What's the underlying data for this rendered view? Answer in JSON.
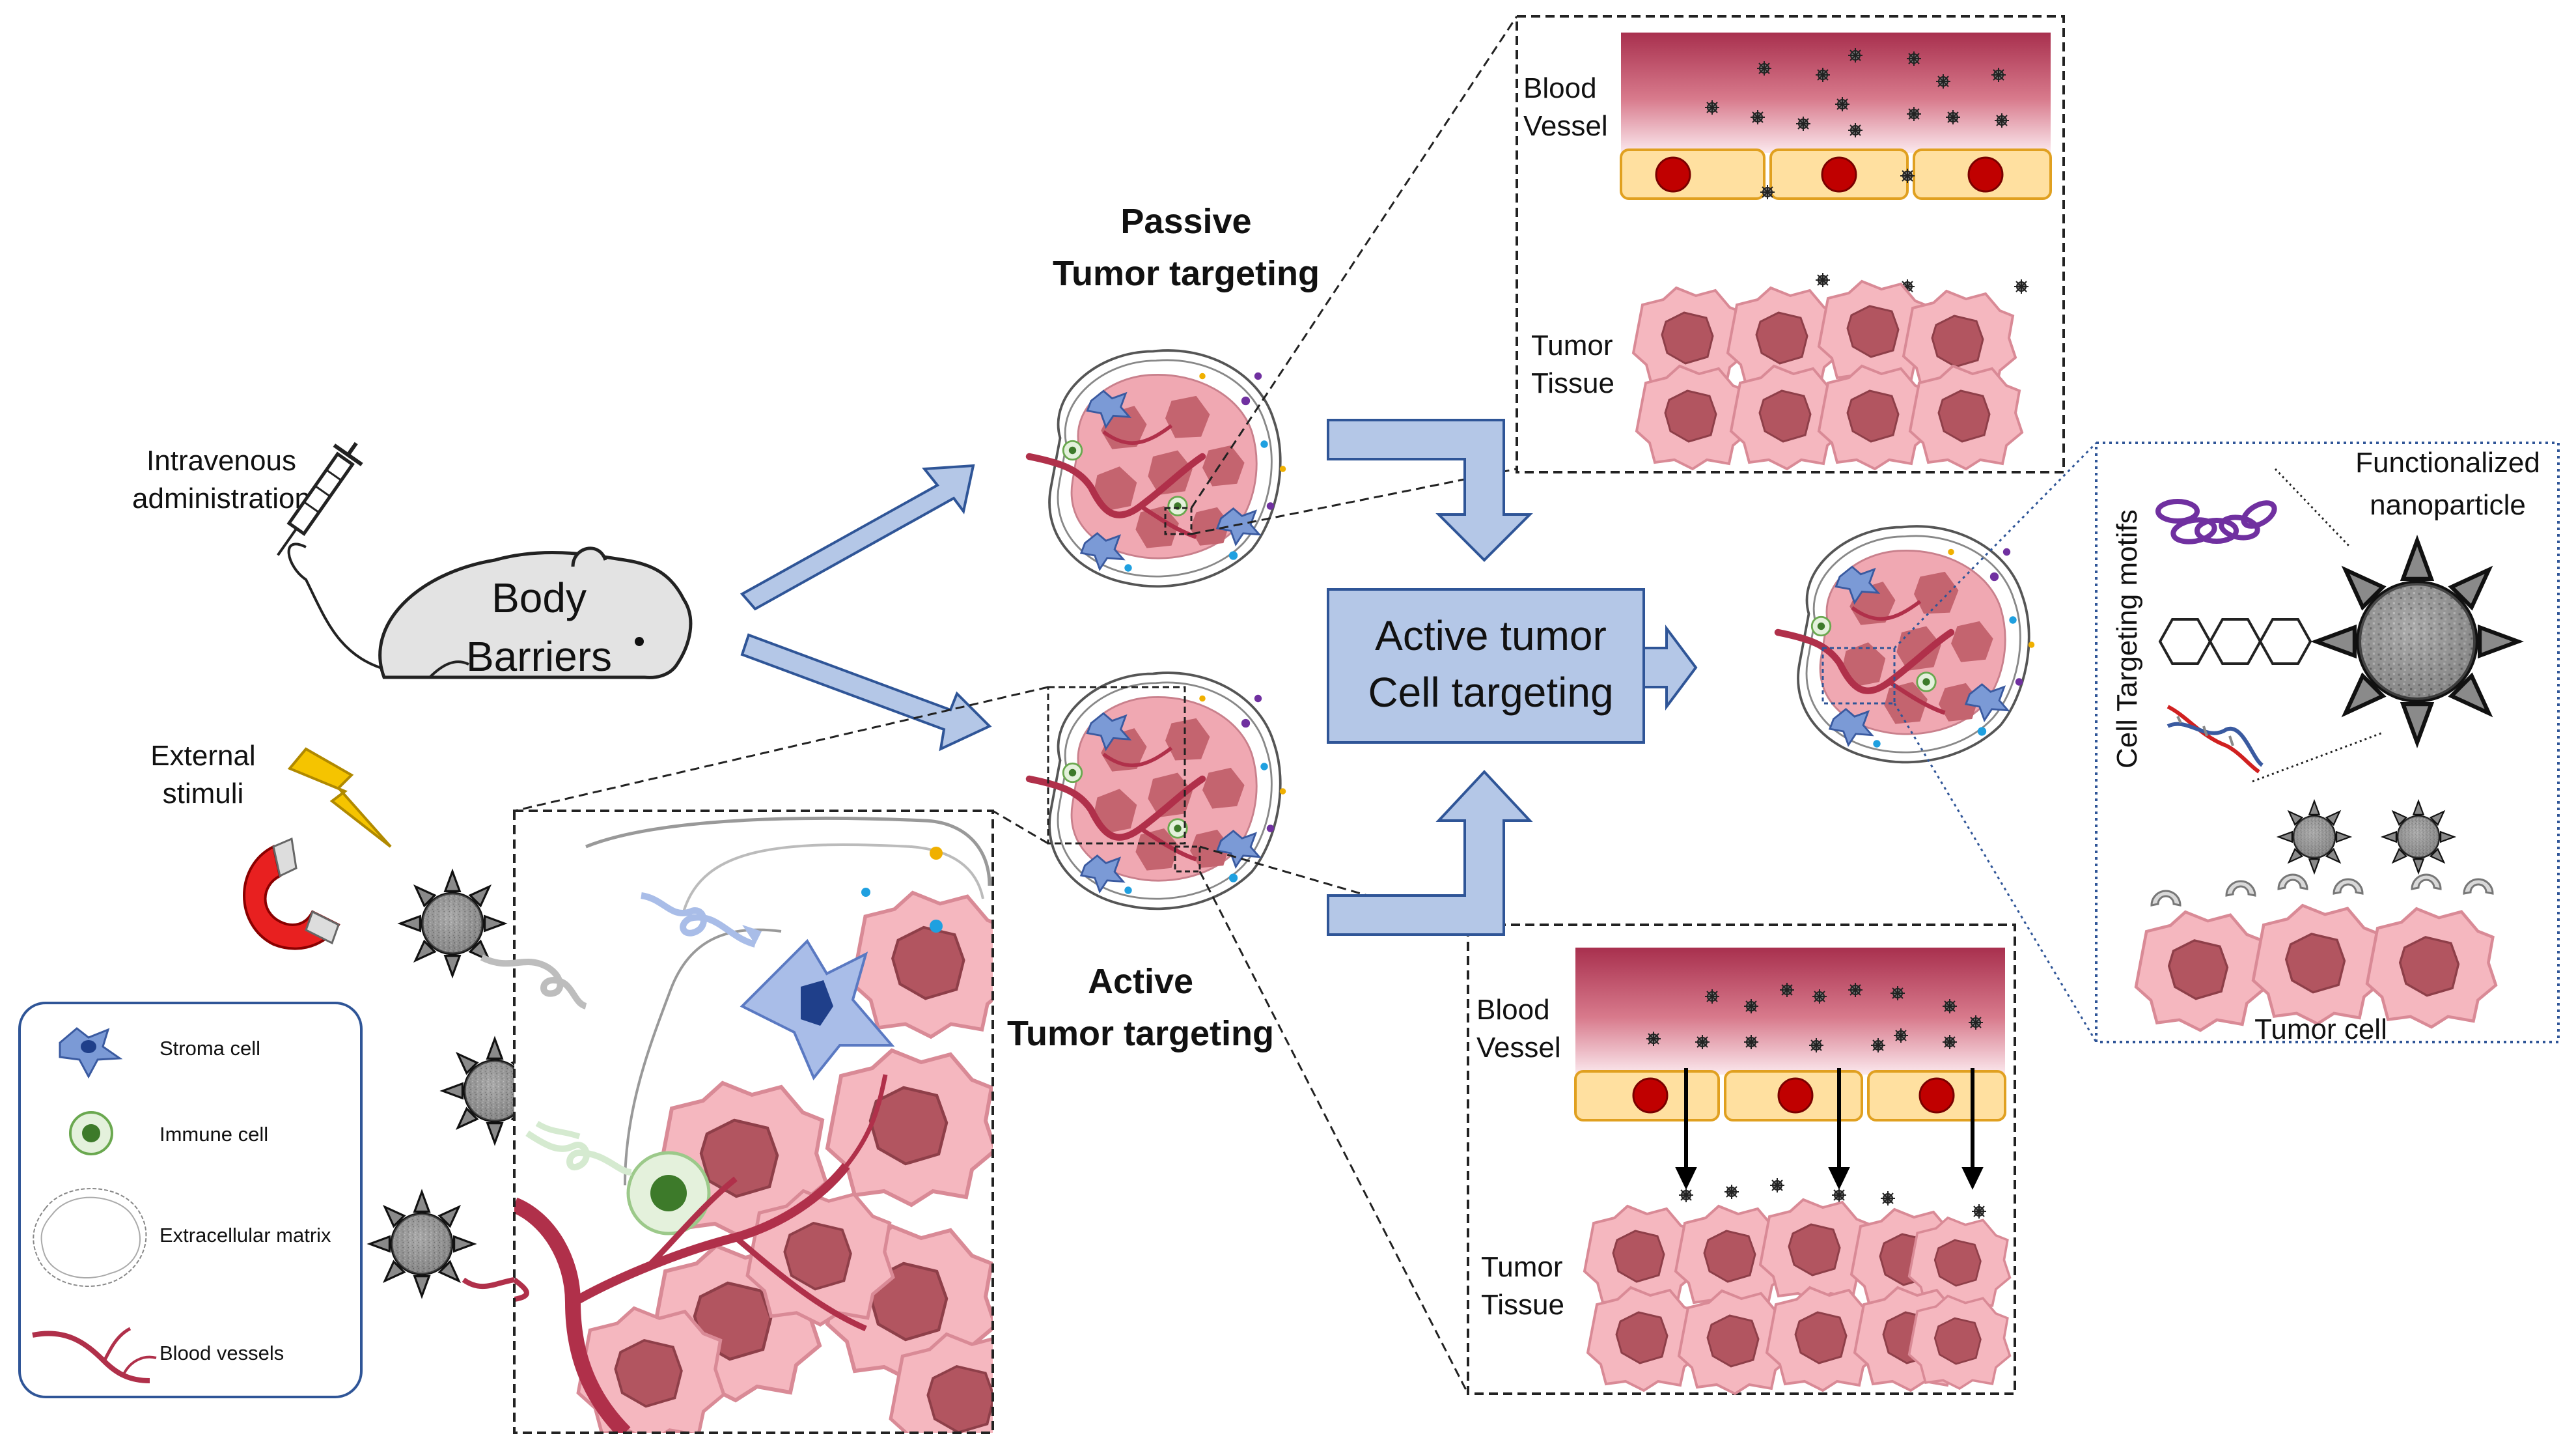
{
  "labels": {
    "intravenous_1": "Intravenous",
    "intravenous_2": "administration",
    "body_1": "Body",
    "body_2": "Barriers",
    "external_1": "External",
    "external_2": "stimuli",
    "passive_1": "Passive",
    "passive_2": "Tumor targeting",
    "active_1": "Active",
    "active_2": "Tumor targeting",
    "blood_vessel_1": "Blood",
    "blood_vessel_2": "Vessel",
    "tumor_tissue_1": "Tumor",
    "tumor_tissue_2": "Tissue",
    "active_cell_1": "Active tumor",
    "active_cell_2": "Cell targeting",
    "cell_targeting_motifs": "Cell Targeting motifs",
    "functionalized_1": "Functionalized",
    "functionalized_2": "nanoparticle",
    "tumor_cell": "Tumor cell"
  },
  "legend": [
    {
      "label": "Stroma cell",
      "icon": "stroma-cell-icon"
    },
    {
      "label": "Immune cell",
      "icon": "immune-cell-icon"
    },
    {
      "label": "Extracellular matrix",
      "icon": "extracellular-matrix-icon"
    },
    {
      "label": "Blood vessels",
      "icon": "blood-vessel-icon"
    }
  ],
  "colors": {
    "arrow_fill": "#b4c7e7",
    "arrow_stroke": "#2f5597",
    "tumor_pink": "#f2aab4",
    "nucleus": "#b25560",
    "vessel": "#b0304a",
    "endothelial": "#ffe0a0",
    "endothelial_nucleus": "#c00000",
    "stroma": "#7b9ad6",
    "immune": "#6aa84f",
    "magnet_red": "#e82020",
    "bolt_yellow": "#f5c400",
    "mouse_gray": "#e3e3e3"
  }
}
